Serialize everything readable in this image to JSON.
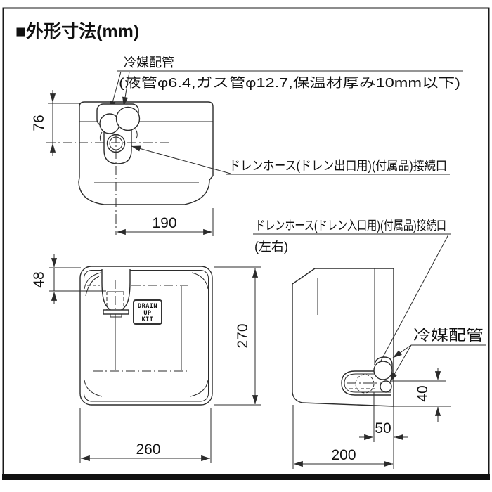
{
  "title": "■外形寸法(mm)",
  "colors": {
    "line": "#2b2b2b",
    "text": "#111111",
    "background": "#ffffff",
    "frame": "#111111"
  },
  "labels": {
    "refrigerant_piping": "冷媒配管",
    "refrigerant_spec": "(液管φ6.4,ガス管φ12.7,保温材厚み10mm以下)",
    "drain_outlet_port": "ドレンホース(ドレン出口用)(付属品)接続口",
    "drain_inlet_port": "ドレンホース(ドレン入口用)(付属品)接続口",
    "drain_inlet_note": "(左右)",
    "refrigerant_piping_side": "冷媒配管"
  },
  "unit_badge": {
    "line1": "DRAIN",
    "line2": "UP",
    "line3": "KIT"
  },
  "dimensions_mm": {
    "top_view_pipe_center_offset": "76",
    "top_view_pipe_center_to_edge": "190",
    "front_view_drain_pipe_offset": "48",
    "front_view_height": "270",
    "front_view_width": "260",
    "side_view_pipe_center_height": "40",
    "side_view_pipe_section_depth": "50",
    "side_view_depth": "200"
  }
}
